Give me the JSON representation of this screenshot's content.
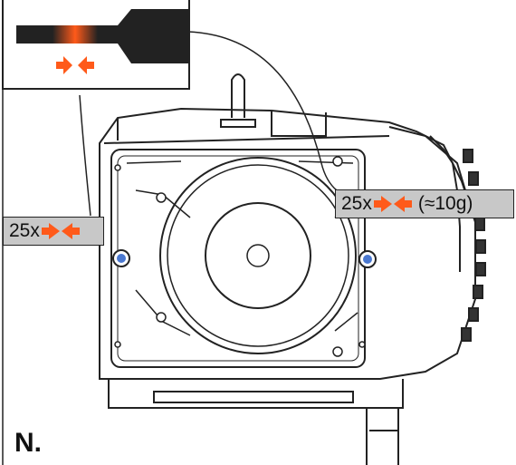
{
  "callout_left": {
    "count": "25x"
  },
  "callout_right": {
    "count": "25x",
    "note": "(≈10g)"
  },
  "step": "N.",
  "colors": {
    "grease_orange": "#ff5a1a",
    "screw_blue": "#4a78d0",
    "callout_gray": "#c8c8c8"
  },
  "icons": {
    "grease_arrows": "squeeze-arrows-icon",
    "grease_tube": "grease-tube-icon"
  }
}
